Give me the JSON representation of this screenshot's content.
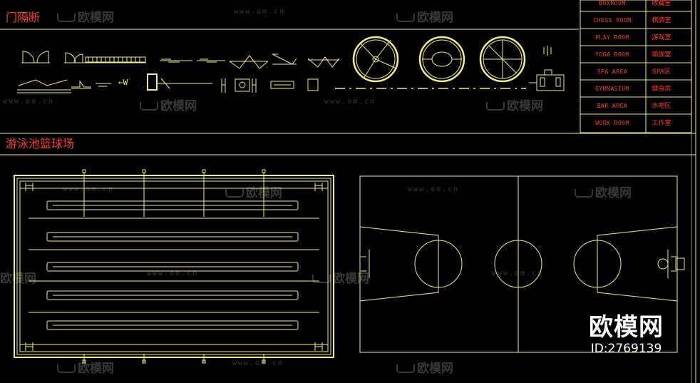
{
  "headers": {
    "door_partition": "门隔断",
    "pool_court": "游泳池篮球场"
  },
  "legend": [
    {
      "en": "BOXROOM",
      "cn": "收藏室"
    },
    {
      "en": "CHESS ROOM",
      "cn": "棋牌室"
    },
    {
      "en": "PLAY ROOM",
      "cn": "游戏室"
    },
    {
      "en": "YOGA ROOM",
      "cn": "瑜伽室"
    },
    {
      "en": "SPA AREA",
      "cn": "SPA区"
    },
    {
      "en": "GYMNASIUM",
      "cn": "健身房"
    },
    {
      "en": "BAR AREA",
      "cn": "水吧区"
    },
    {
      "en": "WORK ROOM",
      "cn": "工作室"
    }
  ],
  "symbol_labels": {
    "w_marker": "←W"
  },
  "watermark": {
    "url": "www.om.cn",
    "brand": "欧模网"
  },
  "badge": {
    "brand": "欧模网",
    "id": "ID:2769139"
  },
  "colors": {
    "background": "#000000",
    "line": "#f2f07a",
    "header_text": "#ff3b30",
    "watermark": "rgba(255,255,255,0.22)"
  }
}
